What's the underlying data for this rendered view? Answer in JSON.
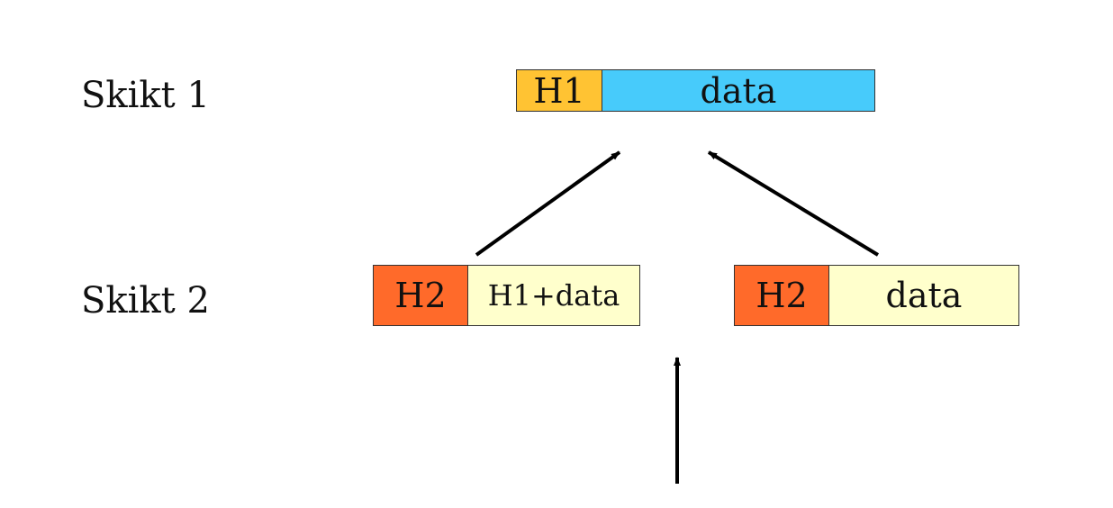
{
  "layers": {
    "layer1_label": "Skikt 1",
    "layer2_label": "Skikt 2"
  },
  "packet_layer1": {
    "header": "H1",
    "payload": "data"
  },
  "packet_layer2_a": {
    "header": "H2",
    "payload": "H1+data"
  },
  "packet_layer2_b": {
    "header": "H2",
    "payload": "data"
  },
  "colors": {
    "h1_header": "#FFC333",
    "h1_payload": "#47CBFB",
    "h2_header": "#FF6A2A",
    "h2_payload": "#FFFFCC",
    "arrow": "#000000"
  }
}
